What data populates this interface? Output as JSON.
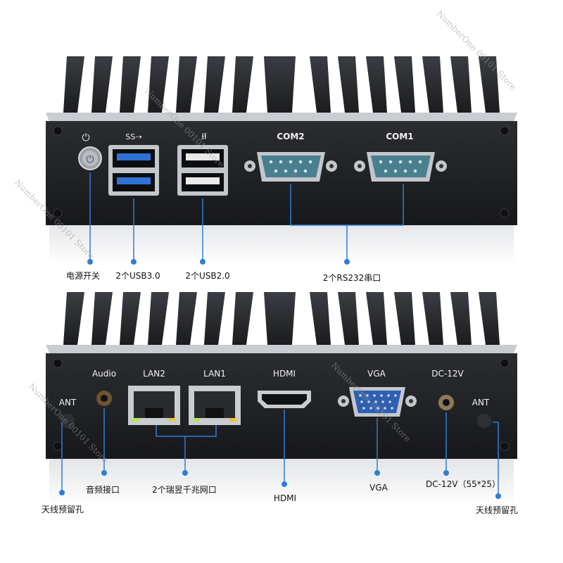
{
  "top_panel": {
    "ports": {
      "com2": "COM2",
      "com1": "COM1"
    },
    "callouts": {
      "power": "电源开关",
      "usb3": "2个USB3.0",
      "usb2": "2个USB2.0",
      "rs232": "2个RS232串口"
    }
  },
  "bottom_panel": {
    "ports": {
      "audio": "Audio",
      "lan2": "LAN2",
      "lan1": "LAN1",
      "hdmi": "HDMI",
      "vga": "VGA",
      "dc": "DC-12V",
      "ant_left": "ANT",
      "ant_right": "ANT"
    },
    "callouts": {
      "antenna_left": "天线预留孔",
      "audio": "音频接口",
      "lan": "2个瑞昱千兆网口",
      "hdmi": "HDMI",
      "vga": "VGA",
      "dc": "DC-12V（55*25）",
      "antenna_right": "天线预留孔"
    }
  },
  "watermark": "NumberOne 00101 Store",
  "colors": {
    "chassis": "#1f2124",
    "fin": "#2a2c30",
    "usb3_blue": "#2f72d6",
    "vga_blue": "#2f5fb0",
    "callout_line": "#2e7dd8",
    "lan_led_green": "#b9e35a",
    "lan_led_yellow": "#f0c23a"
  }
}
